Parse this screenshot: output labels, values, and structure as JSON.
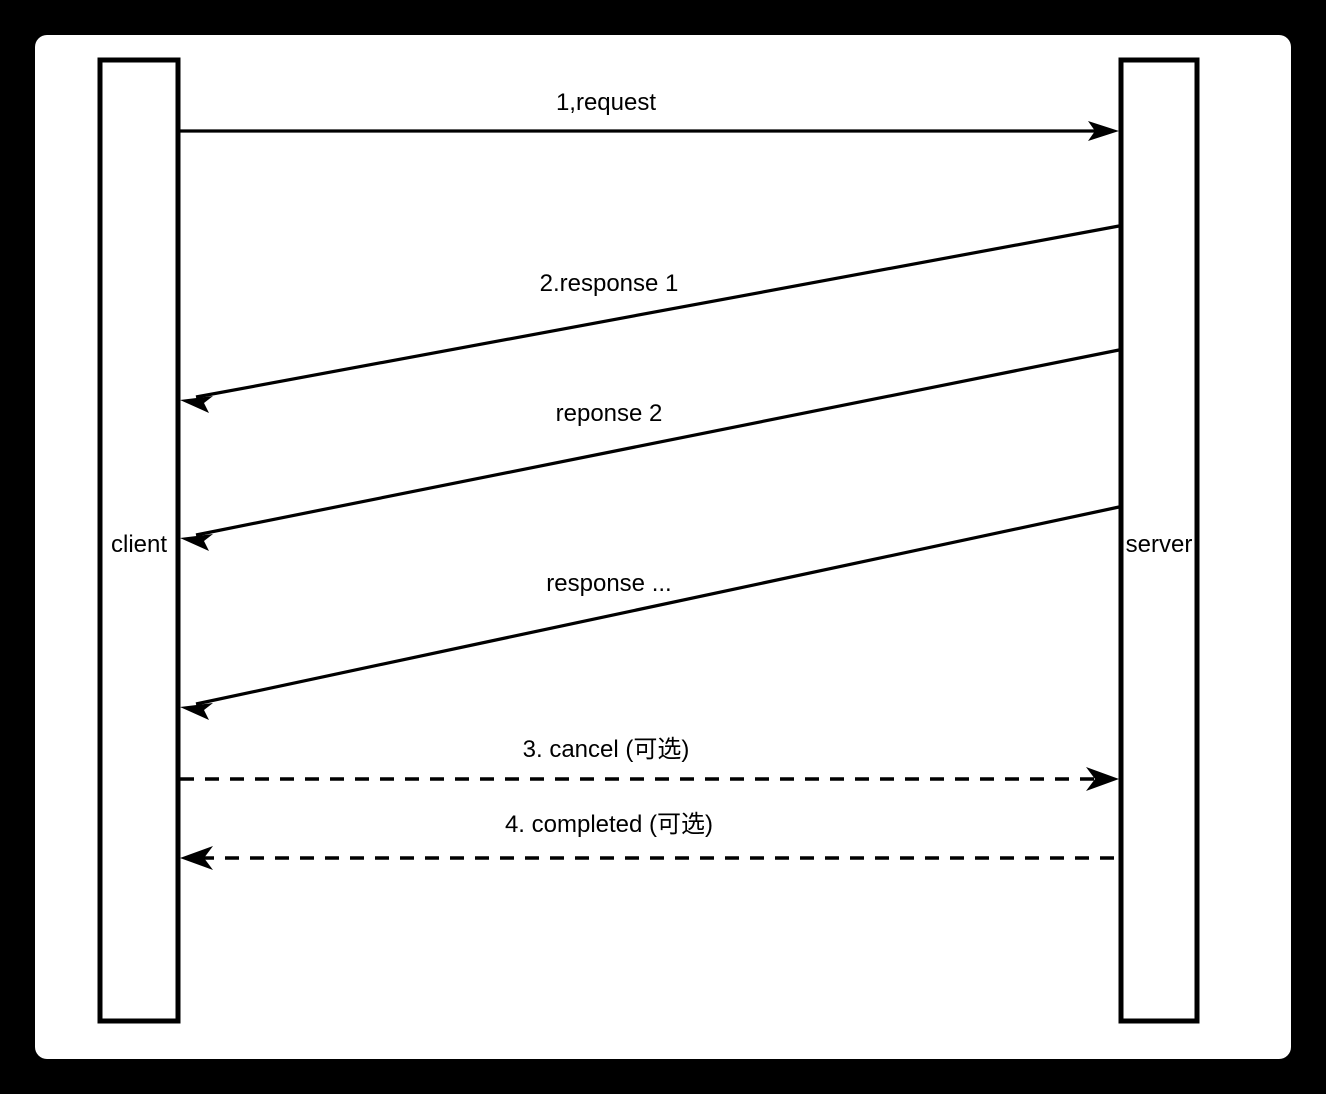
{
  "diagram": {
    "type": "sequence-diagram",
    "background_color": "#000000",
    "canvas_color": "#ffffff",
    "line_color": "#000000",
    "participants": [
      {
        "id": "client",
        "label": "client",
        "side": "left"
      },
      {
        "id": "server",
        "label": "server",
        "side": "right"
      }
    ],
    "messages": [
      {
        "index": 1,
        "label": "1,request",
        "from": "client",
        "to": "server",
        "style": "solid",
        "direction": "right",
        "slanted": false
      },
      {
        "index": 2,
        "label": "2.response 1",
        "from": "server",
        "to": "client",
        "style": "solid",
        "direction": "left",
        "slanted": true
      },
      {
        "index": 3,
        "label": "reponse 2",
        "from": "server",
        "to": "client",
        "style": "solid",
        "direction": "left",
        "slanted": true
      },
      {
        "index": 4,
        "label": "response ...",
        "from": "server",
        "to": "client",
        "style": "solid",
        "direction": "left",
        "slanted": true
      },
      {
        "index": 5,
        "label": "3. cancel (可选)",
        "from": "client",
        "to": "server",
        "style": "dashed",
        "direction": "right",
        "slanted": false
      },
      {
        "index": 6,
        "label": "4. completed (可选)",
        "from": "server",
        "to": "client",
        "style": "dashed",
        "direction": "left",
        "slanted": false
      }
    ]
  }
}
